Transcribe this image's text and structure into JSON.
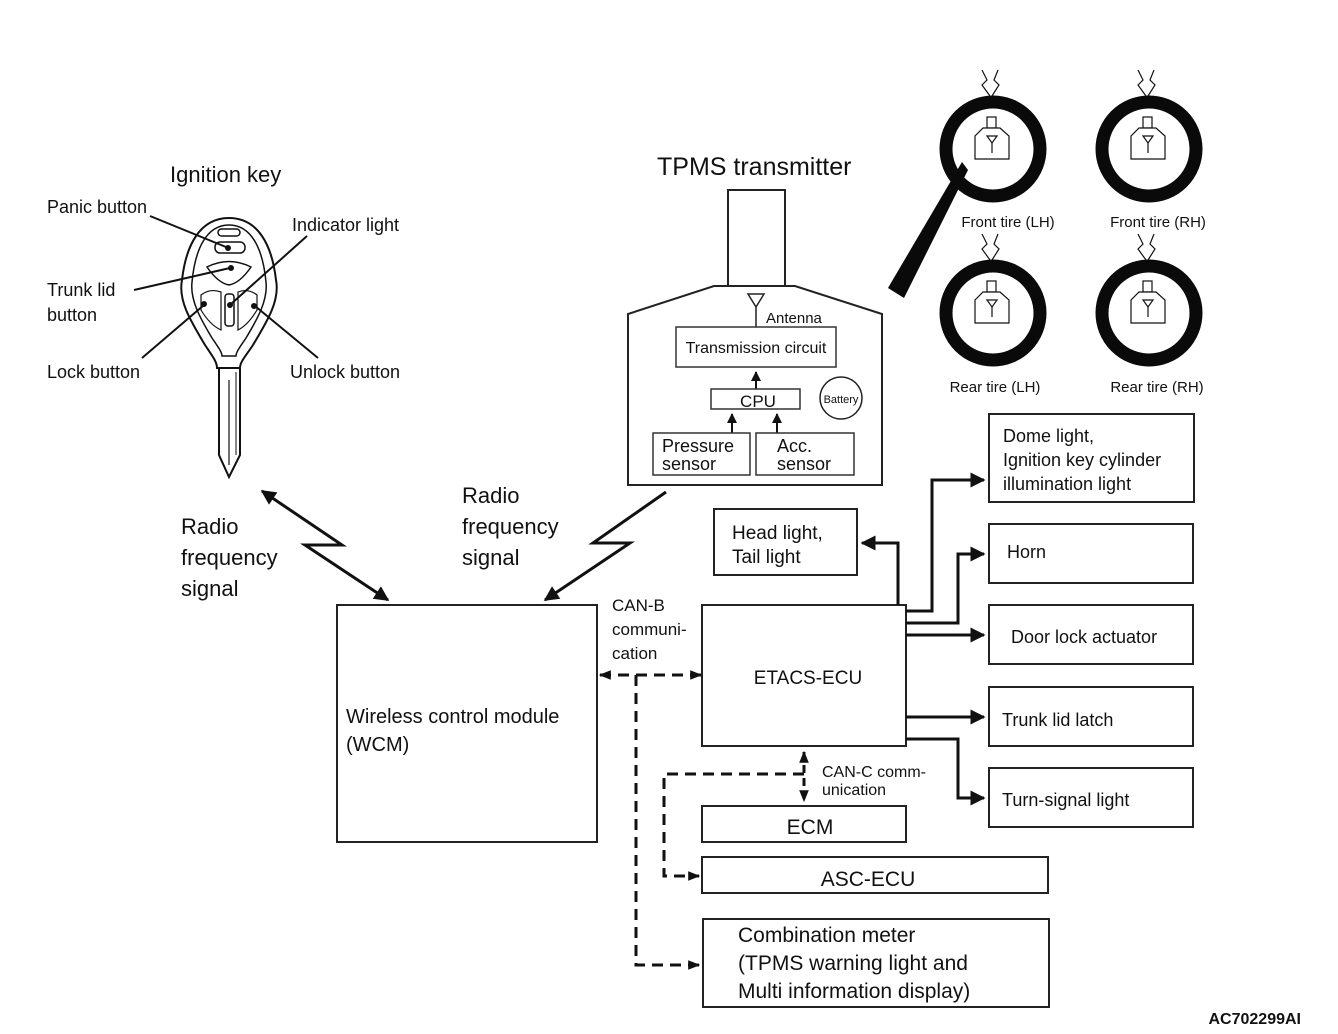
{
  "colors": {
    "ink": "#111111",
    "background": "#ffffff"
  },
  "ignition_key": {
    "title": "Ignition key",
    "callouts": {
      "panic": "Panic button",
      "indicator": "Indicator light",
      "trunk_1": "Trunk lid",
      "trunk_2": "button",
      "lock": "Lock button",
      "unlock": "Unlock button"
    }
  },
  "tpms_transmitter": {
    "title": "TPMS transmitter",
    "antenna": "Antenna",
    "transmission_circuit": "Transmission circuit",
    "cpu": "CPU",
    "battery": "Battery",
    "pressure_sensor_1": "Pressure",
    "pressure_sensor_2": "sensor",
    "acc_sensor_1": "Acc.",
    "acc_sensor_2": "sensor"
  },
  "tires": {
    "front_lh": "Front tire (LH)",
    "front_rh": "Front tire (RH)",
    "rear_lh": "Rear tire (LH)",
    "rear_rh": "Rear tire (RH)"
  },
  "rf_signal_left": {
    "l1": "Radio",
    "l2": "frequency",
    "l3": "signal"
  },
  "rf_signal_right": {
    "l1": "Radio",
    "l2": "frequency",
    "l3": "signal"
  },
  "wcm": {
    "l1": "Wireless control module",
    "l2": "(WCM)"
  },
  "can_b": {
    "l1": "CAN-B",
    "l2": "communi-",
    "l3": "cation"
  },
  "etacs": {
    "label": "ETACS-ECU"
  },
  "can_c": {
    "l1": "CAN-C comm-",
    "l2": "unication"
  },
  "outputs": {
    "head_tail_1": "Head light,",
    "head_tail_2": "Tail light",
    "dome_1": "Dome light,",
    "dome_2": "Ignition key cylinder",
    "dome_3": "illumination light",
    "horn": "Horn",
    "door_lock": "Door lock actuator",
    "trunk_latch": "Trunk lid latch",
    "turn_signal": "Turn-signal light"
  },
  "ecm": {
    "label": "ECM"
  },
  "asc": {
    "label": "ASC-ECU"
  },
  "combination_meter": {
    "l1": "Combination meter",
    "l2": "(TPMS warning light and",
    "l3": "Multi information display)"
  },
  "figure_id": "AC702299AI"
}
